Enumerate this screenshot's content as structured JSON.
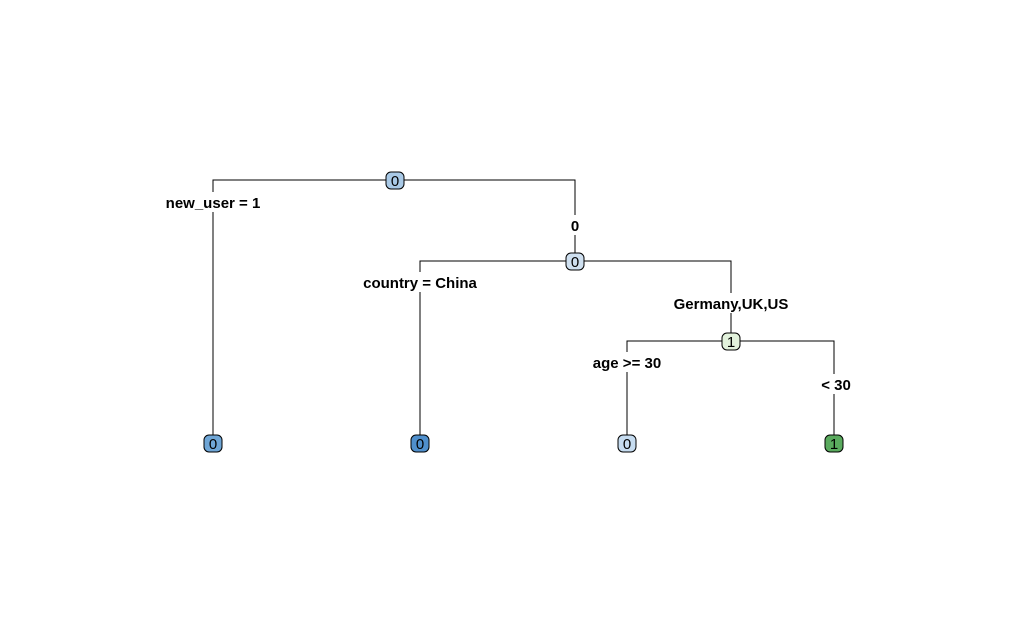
{
  "tree": {
    "root": {
      "prediction": "0",
      "fill": "#a9c9e6",
      "split_left": "new_user = 1",
      "split_right": "0"
    },
    "node_country": {
      "prediction": "0",
      "fill": "#cfe0f0",
      "split_left": "country = China",
      "split_right": "Germany,UK,US"
    },
    "node_age": {
      "prediction": "1",
      "fill": "#e2f2dc",
      "split_left": "age >= 30",
      "split_right": "< 30"
    },
    "leaves": [
      {
        "prediction": "0",
        "fill": "#6fa6d6"
      },
      {
        "prediction": "0",
        "fill": "#4f8fcc"
      },
      {
        "prediction": "0",
        "fill": "#c6dcf0"
      },
      {
        "prediction": "1",
        "fill": "#5aaa5e"
      }
    ]
  }
}
